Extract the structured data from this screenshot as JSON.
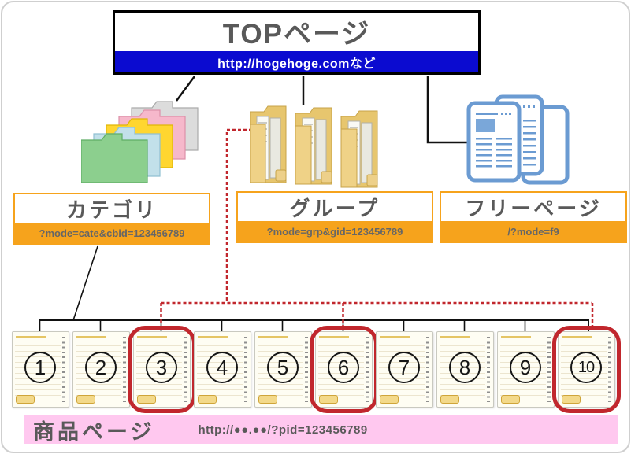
{
  "top": {
    "title": "TOPページ",
    "url": "http://hogehoge.comなど"
  },
  "nodes": {
    "category": {
      "label": "カテゴリ",
      "url": "?mode=cate&cbid=123456789"
    },
    "group": {
      "label": "グループ",
      "url": "?mode=grp&gid=123456789"
    },
    "freepage": {
      "label": "フリーページ",
      "url": "/?mode=f9"
    }
  },
  "icons": {
    "category": "colored-file-folders-stack",
    "group": "manila-folders-with-documents",
    "freepage": "blue-document-pages"
  },
  "products": {
    "label": "商品ページ",
    "url": "http://●●.●●/?pid=123456789",
    "pages": [
      {
        "value": "1",
        "highlighted": false
      },
      {
        "value": "2",
        "highlighted": false
      },
      {
        "value": "3",
        "highlighted": true
      },
      {
        "value": "4",
        "highlighted": false
      },
      {
        "value": "5",
        "highlighted": false
      },
      {
        "value": "6",
        "highlighted": true
      },
      {
        "value": "7",
        "highlighted": false
      },
      {
        "value": "8",
        "highlighted": false
      },
      {
        "value": "9",
        "highlighted": false
      },
      {
        "value": "10",
        "highlighted": true
      }
    ]
  },
  "colors": {
    "top_bar_blue": "#0b0bd0",
    "node_orange": "#f6a31c",
    "product_pink": "#ffc8ef",
    "highlight_red": "#c1272d",
    "title_gray": "#595959"
  }
}
